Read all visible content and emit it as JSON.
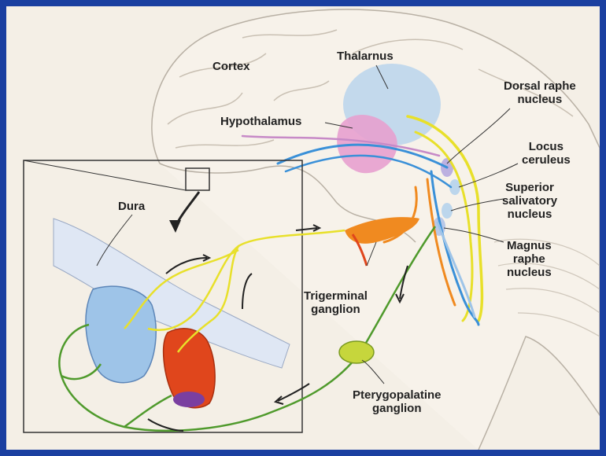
{
  "labels": {
    "cortex": "Cortex",
    "thalamus": "Thalarnus",
    "hypothalamus": "Hypothalamus",
    "dorsal_raphe": "Dorsal raphe\nnucleus",
    "locus_ceruleus": "Locus\nceruleus",
    "superior_salivatory": "Superior\nsalivatory\nnucleus",
    "magnus_raphe": "Magnus\nraphe\nnucleus",
    "trigeminal": "Trigerminal\nganglion",
    "dura": "Dura",
    "pterygopalatine": "Pterygopalatine\nganglion"
  },
  "colors": {
    "border": "#1a3fa0",
    "background": "#f4efe6",
    "nerve_yellow": "#e8e02a",
    "nerve_green": "#4f9a2c",
    "nerve_blue": "#3a90d8",
    "nerve_orange": "#f08a20",
    "thalamus": "#bcd6ec",
    "hypothalamus": "#e7a0cf",
    "vessel_blue": "#9ec4e8",
    "vessel_red": "#e0461c"
  }
}
